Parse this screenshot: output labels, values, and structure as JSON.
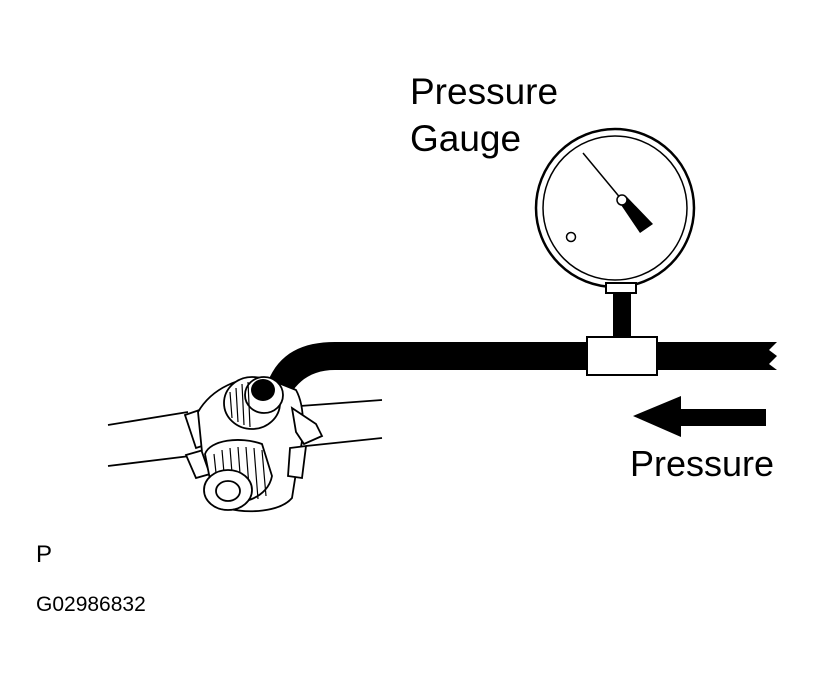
{
  "labels": {
    "gauge_line1": "Pressure",
    "gauge_line2": "Gauge",
    "flow_label": "Pressure",
    "code_letter": "P",
    "figure_id": "G02986832"
  },
  "parts": {
    "gauge": "pressure-gauge",
    "tee": "tee-fitting",
    "hose": "hose",
    "regulator": "regulator-assembly",
    "arrow": "flow-arrow"
  },
  "colors": {
    "ink": "#000000",
    "paper": "#ffffff"
  }
}
